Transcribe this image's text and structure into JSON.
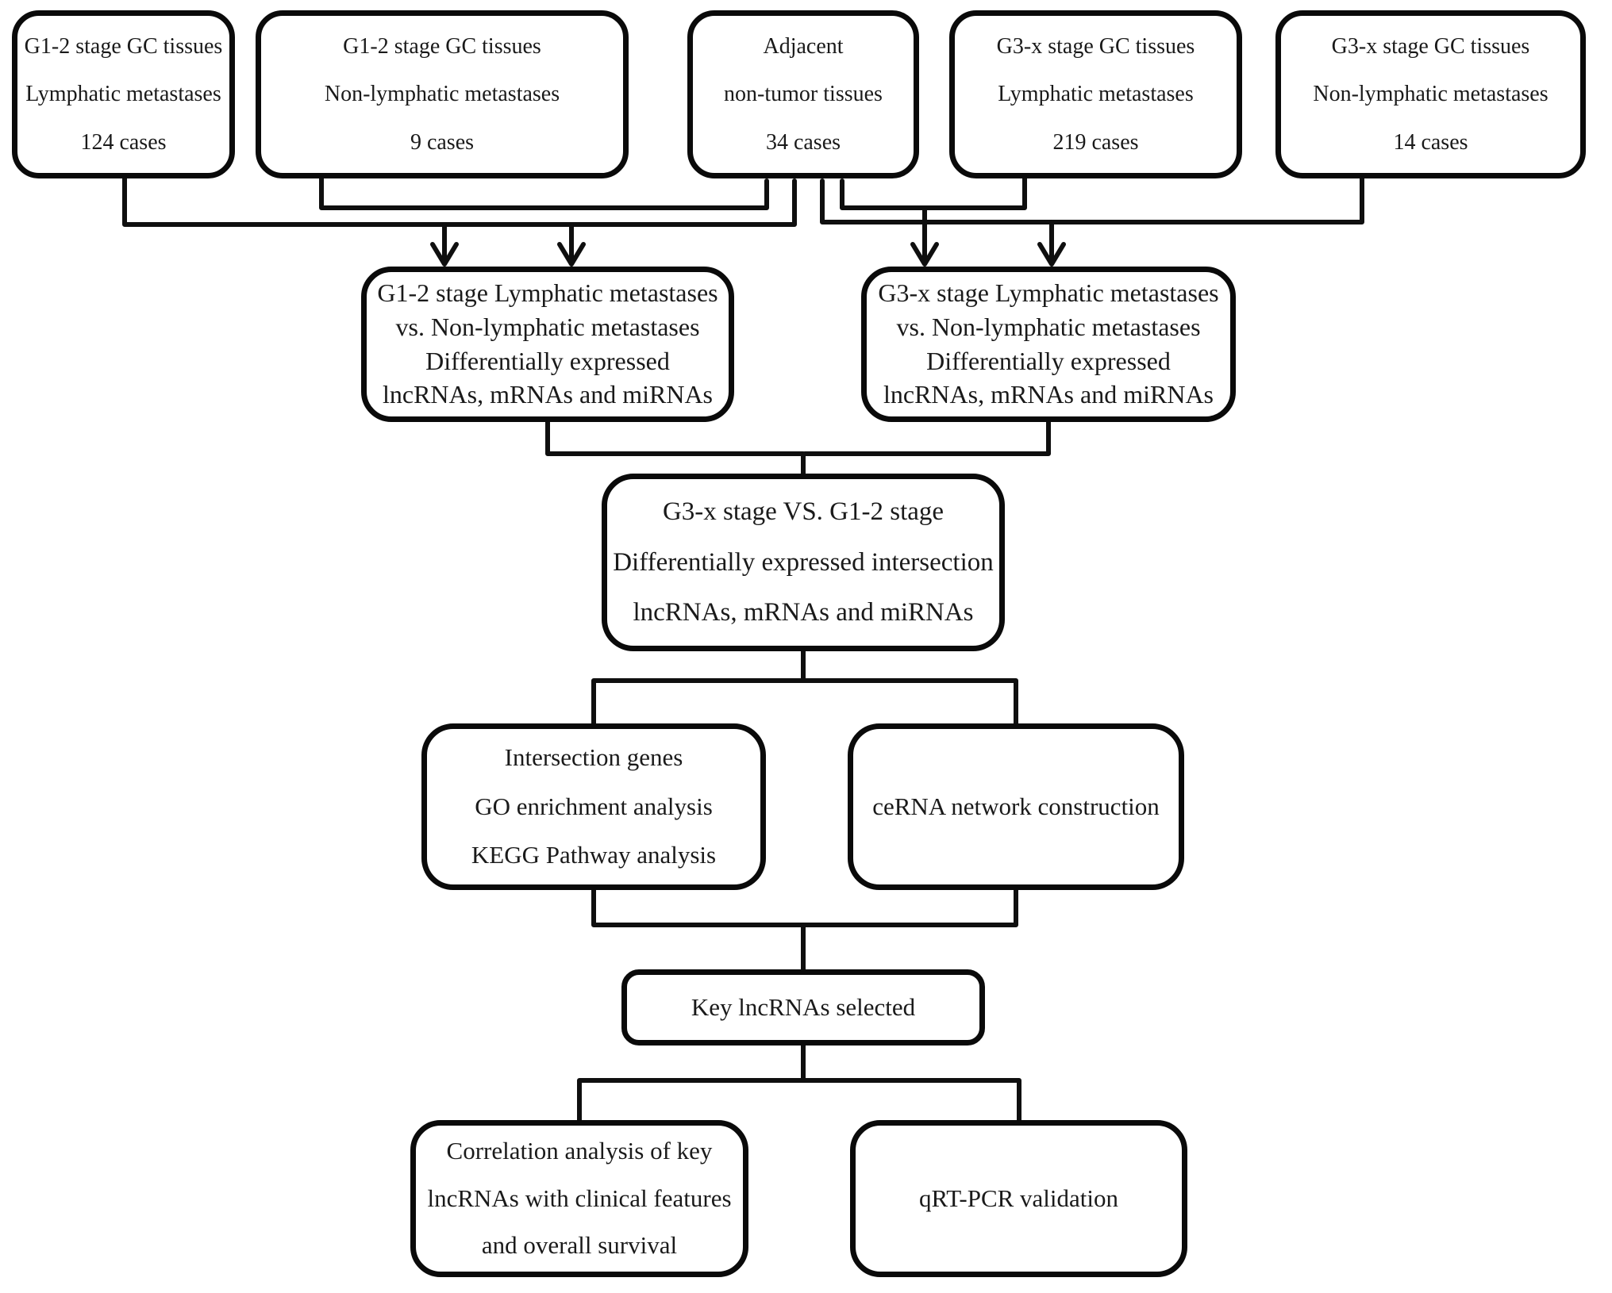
{
  "figure": {
    "background_color": "#ffffff",
    "line_color": "#0f0f0f",
    "box_border_color": "#0a0a0a",
    "text_color": "#1a1a1a"
  },
  "boxes": {
    "top_row": [
      {
        "lines": [
          "G1-2 stage GC tissues",
          "Lymphatic metastases",
          "124 cases"
        ]
      },
      {
        "lines": [
          "G1-2 stage GC tissues",
          "Non-lymphatic metastases",
          "9 cases"
        ]
      },
      {
        "lines": [
          "Adjacent",
          "non-tumor tissues",
          "34 cases"
        ]
      },
      {
        "lines": [
          "G3-x stage GC tissues",
          "Lymphatic metastases",
          "219 cases"
        ]
      },
      {
        "lines": [
          "G3-x stage GC tissues",
          "Non-lymphatic metastases",
          "14 cases"
        ]
      }
    ],
    "comparison_row": [
      {
        "lines": [
          "G1-2 stage Lymphatic metastases",
          "vs. Non-lymphatic metastases",
          "Differentially expressed",
          "lncRNAs, mRNAs and miRNAs"
        ]
      },
      {
        "lines": [
          "G3-x stage Lymphatic metastases",
          "vs. Non-lymphatic metastases",
          "Differentially expressed",
          "lncRNAs, mRNAs and miRNAs"
        ]
      }
    ],
    "intersection_box": {
      "lines": [
        "G3-x stage VS. G1-2 stage",
        "Differentially expressed intersection",
        "lncRNAs, mRNAs and miRNAs"
      ]
    },
    "analysis_row": [
      {
        "lines": [
          "Intersection genes",
          "GO enrichment analysis",
          "KEGG Pathway analysis"
        ]
      },
      {
        "lines": [
          "ceRNA network construction"
        ]
      }
    ],
    "key_box": {
      "lines": [
        "Key lncRNAs selected"
      ]
    },
    "final_row": [
      {
        "lines": [
          "Correlation analysis of key",
          "lncRNAs with clinical features",
          "and overall survival"
        ]
      },
      {
        "lines": [
          "qRT-PCR validation"
        ]
      }
    ]
  }
}
